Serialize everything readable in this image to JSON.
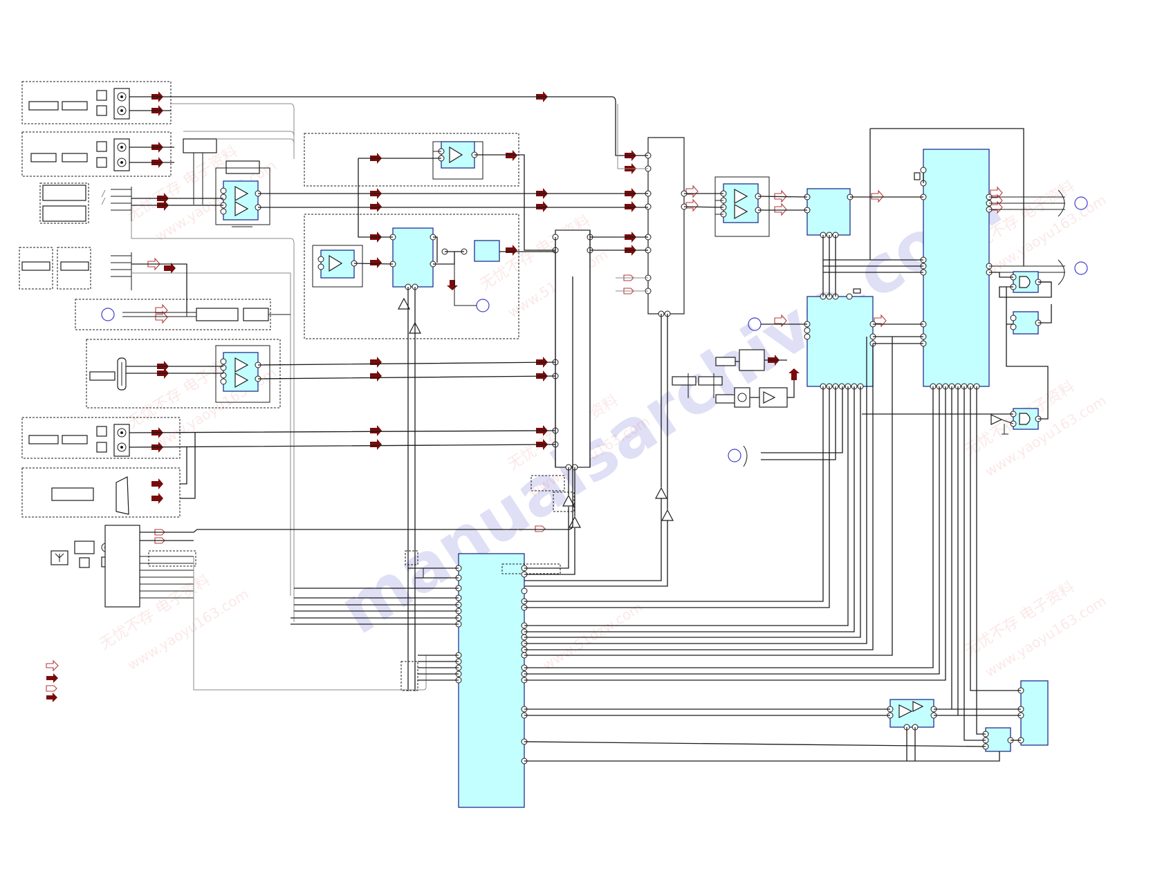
{
  "watermark": {
    "main_text": "manualsarchive.com",
    "tiles": [
      "无忧不存 电子资料",
      "www.51dzw.com",
      "www.yaoyu163.com",
      "电子资料 www.yaoyu163.com"
    ]
  },
  "colors": {
    "ic_fill": "#c4ffff",
    "ic_border": "#1f2f8f",
    "signal_arrow": "#7a0b0b",
    "outline_arrow": "#b23a3a",
    "connector_ring": "#3d3dcc",
    "wire": "#1a1a1a"
  },
  "legend": {
    "items": [
      {
        "icon": "outline-arrow-icon"
      },
      {
        "icon": "solid-arrow-icon"
      },
      {
        "icon": "outline-tab-arrow-icon"
      },
      {
        "icon": "double-arrow-icon"
      }
    ]
  }
}
